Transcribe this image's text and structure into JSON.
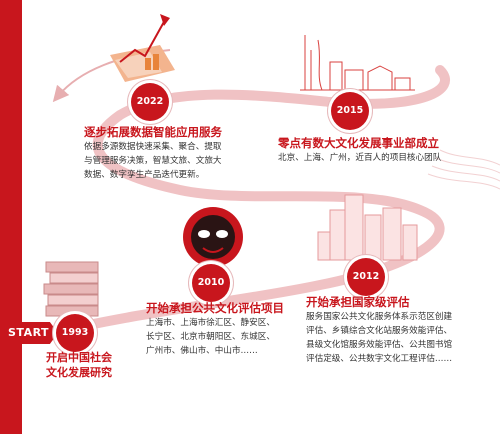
{
  "start_label": "START",
  "milestones": [
    {
      "year": "1993",
      "title_lines": [
        "开启中国社会",
        "文化发展研究"
      ],
      "lines": []
    },
    {
      "year": "2010",
      "title_lines": [
        "开始承担公共文化评估项目"
      ],
      "lines": [
        "上海市、上海市徐汇区、静安区、",
        "长宁区、北京市朝阳区、东城区、",
        "广州市、佛山市、中山市……"
      ]
    },
    {
      "year": "2012",
      "title_lines": [
        "开始承担国家级评估"
      ],
      "lines": [
        "服务国家公共文化服务体系示范区创建",
        "评估、乡镇综合文化站服务效能评估、",
        "县级文化馆服务效能评估、公共图书馆",
        "评估定级、公共数字文化工程评估……"
      ]
    },
    {
      "year": "2015",
      "title_lines": [
        "零点有数大文化发展事业部成立"
      ],
      "lines": [
        "北京、上海、广州，近百人的项目核心团队"
      ]
    },
    {
      "year": "2022",
      "title_lines": [
        "逐步拓展数据智能应用服务"
      ],
      "lines": [
        "依据多源数据快速采集、聚合、提取",
        "与管理服务决策，智慧文旅、文旅大",
        "数据、数字孪生产品迭代更新。"
      ]
    }
  ],
  "colors": {
    "accent": "#c8161d",
    "path": "#f0c2c4",
    "text": "#333333"
  },
  "icons": [
    "growth-chart-icon",
    "city-skyline-icon",
    "opera-mask-icon",
    "buildings-icon",
    "books-icon"
  ]
}
